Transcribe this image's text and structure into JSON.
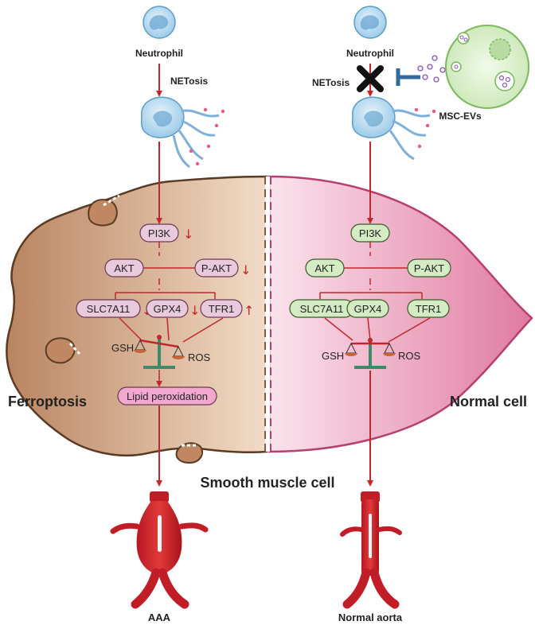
{
  "left": {
    "neutrophil_label": "Neutrophil",
    "netosis_label": "NETosis",
    "pi3k": "PI3K",
    "akt": "AKT",
    "pakt": "P-AKT",
    "slc7a11": "SLC7A11",
    "gpx4": "GPX4",
    "tfr1": "TFR1",
    "gsh": "GSH",
    "ros": "ROS",
    "lipid": "Lipid peroxidation",
    "state_label": "Ferroptosis",
    "outcome_label": "AAA"
  },
  "right": {
    "neutrophil_label": "Neutrophil",
    "netosis_label": "NETosis",
    "msc_label": "MSC-EVs",
    "pi3k": "PI3K",
    "akt": "AKT",
    "pakt": "P-AKT",
    "slc7a11": "SLC7A11",
    "gpx4": "GPX4",
    "tfr1": "TFR1",
    "gsh": "GSH",
    "ros": "ROS",
    "state_label": "Normal cell",
    "outcome_label": "Normal aorta"
  },
  "center_label": "Smooth muscle cell",
  "colors": {
    "arrow_red": "#c1272d",
    "left_cell": "#c89670",
    "right_cell": "#e990ad",
    "left_pill": "#e9c9dc",
    "right_pill": "#d4ecc4",
    "lipid_pill": "#f2a8cf",
    "inhibitor": "#2f6aa0",
    "balance_green": "#3d8a6a"
  }
}
